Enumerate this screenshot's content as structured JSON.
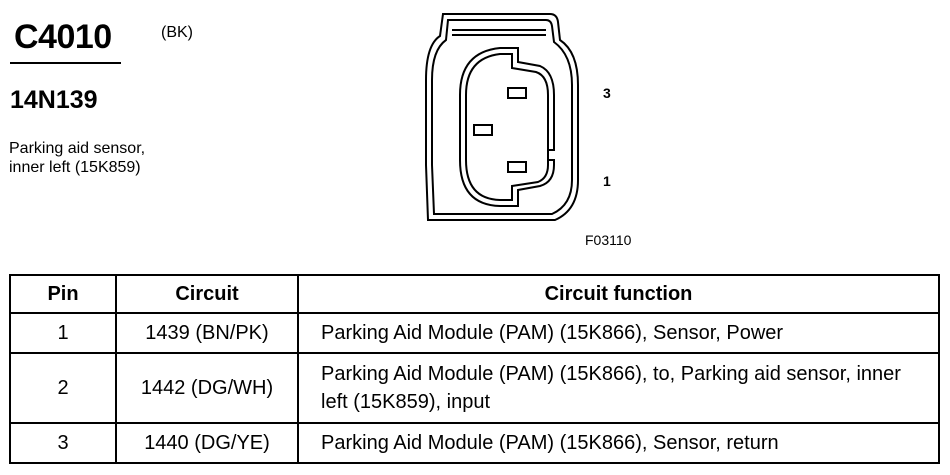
{
  "connector": {
    "id": "C4010",
    "color_code": "(BK)",
    "part_number": "14N139",
    "description_line1": "Parking aid sensor,",
    "description_line2": "inner left (15K859)"
  },
  "figure": {
    "pin_label_top": "3",
    "pin_label_bottom": "1",
    "figure_id": "F03110"
  },
  "table": {
    "headers": [
      "Pin",
      "Circuit",
      "Circuit function"
    ],
    "rows": [
      {
        "pin": "1",
        "circuit": "1439 (BN/PK)",
        "function": "Parking Aid Module (PAM) (15K866), Sensor, Power"
      },
      {
        "pin": "2",
        "circuit": "1442 (DG/WH)",
        "function": "Parking Aid Module (PAM) (15K866), to, Parking aid sensor, inner left (15K859), input"
      },
      {
        "pin": "3",
        "circuit": "1440 (DG/YE)",
        "function": "Parking Aid Module (PAM) (15K866), Sensor, return"
      }
    ]
  }
}
